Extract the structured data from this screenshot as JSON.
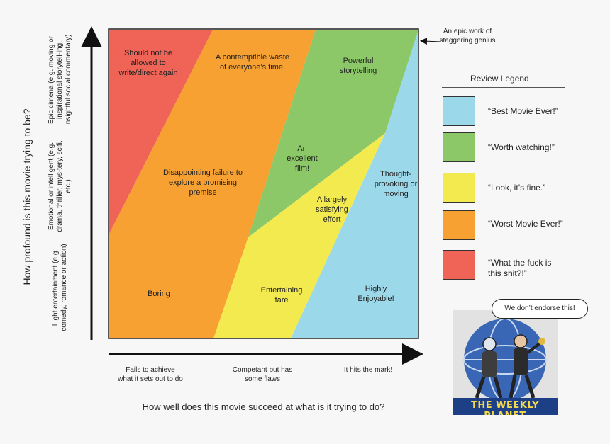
{
  "axes": {
    "y_title": "How profound is this movie trying to be?",
    "x_title": "How well does this movie succeed at what is it trying to do?",
    "y_levels": [
      "Epic cimena (e.g. moving or inspirational storytell-ing, insightful social commentary)",
      "Emotional or intelligent (e.g. drama, thriller, mys-tery, scifi, etc.)",
      "Light entertainment (e.g. comedy, romance or action)"
    ],
    "x_levels": [
      "Fails to achieve what it sets out to do",
      "Competant but has some flaws",
      "It hits the mark!"
    ]
  },
  "regions": {
    "should_not": "Should not be allowed to write/direct again",
    "contemptible": "A contemptible waste of everyone’s time.",
    "powerful": "Powerful storytelling",
    "disappointing": "Disappointing failure to explore a promising premise",
    "excellent": "An excellent film!",
    "thought": "Thought-provoking or moving",
    "satisfying": "A largely satisfying effort",
    "boring": "Boring",
    "entertaining": "Entertaining fare",
    "enjoyable": "Highly Enjoyable!"
  },
  "epic_annotation": "An epic work of staggering genius",
  "legend": {
    "title": "Review Legend",
    "items": [
      {
        "label": "“Best Movie Ever!”",
        "color": "#9ad8ea"
      },
      {
        "label": "“Worth watching!”",
        "color": "#8cc867"
      },
      {
        "label": "“Look, it’s fine.”",
        "color": "#f2ea4f"
      },
      {
        "label": "“Worst Movie Ever!”",
        "color": "#f7a133"
      },
      {
        "label": "“What the fuck is this shit?!”",
        "color": "#ef6457"
      }
    ]
  },
  "logo": {
    "bubble": "We don’t endorse this!",
    "name": "THE WEEKLY PLANET"
  }
}
